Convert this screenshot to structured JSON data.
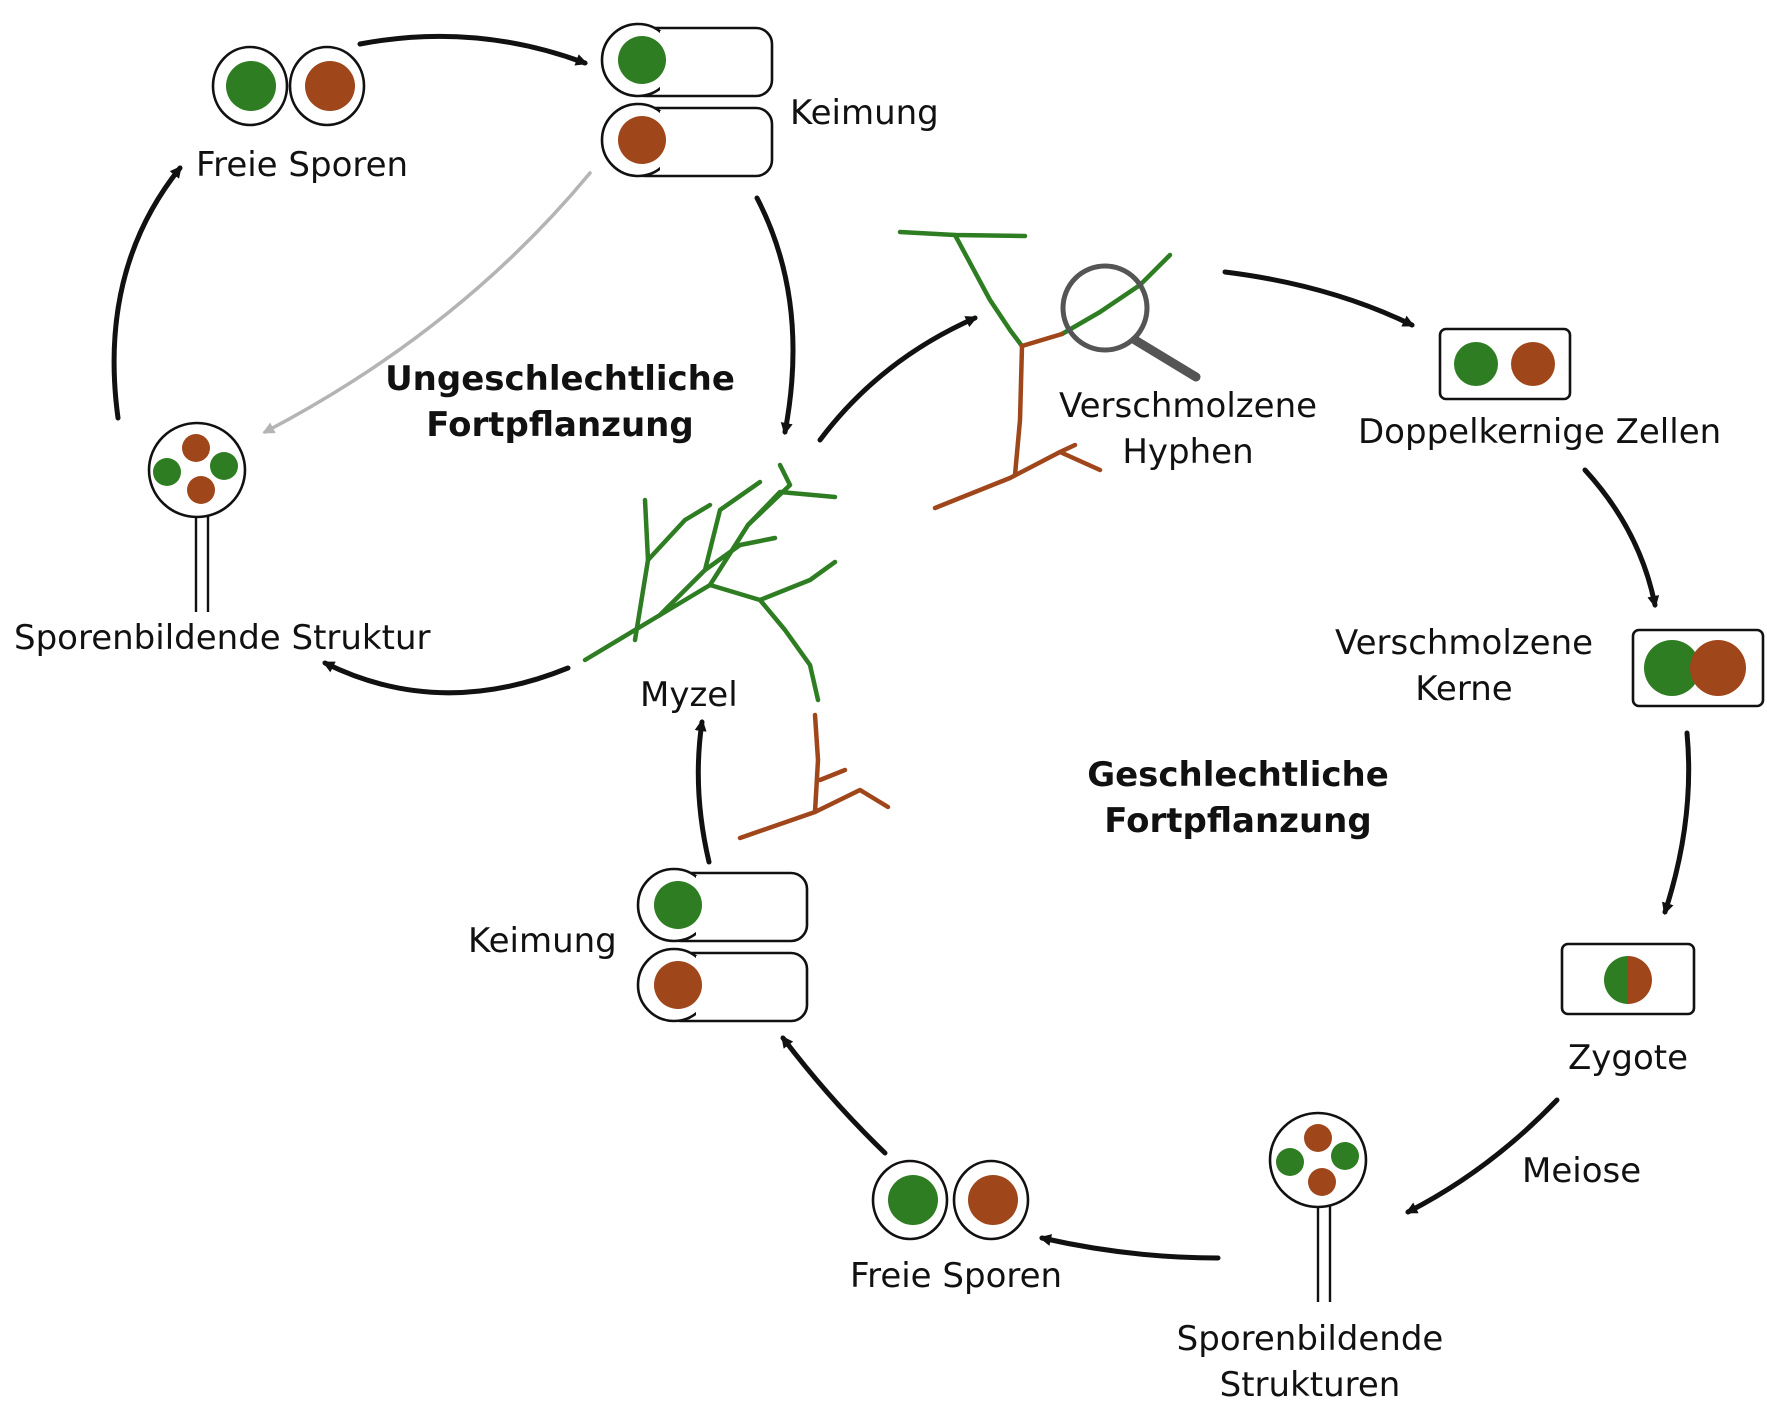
{
  "colors": {
    "green": "#2e7d22",
    "brown": "#a0461b",
    "arrow": "#111111",
    "arrow_light": "#b4b4b4",
    "magnifier": "#555555"
  },
  "cycles": {
    "asexual_title": [
      "Ungeschlechtliche",
      "Fortpflanzung"
    ],
    "sexual_title": [
      "Geschlechtliche",
      "Fortpflanzung"
    ]
  },
  "labels": {
    "free_spores_top": "Freie Sporen",
    "germination_top": "Keimung",
    "sporangium_left": "Sporenbildende Struktur",
    "mycelium": "Myzel",
    "fused_hyphae": [
      "Verschmolzene",
      "Hyphen"
    ],
    "dikaryotic_cells": "Doppelkernige Zellen",
    "fused_nuclei": [
      "Verschmolzene",
      "Kerne"
    ],
    "zygote": "Zygote",
    "meiosis": "Meiose",
    "sporangia_bottom": [
      "Sporenbildende",
      "Strukturen"
    ],
    "free_spores_bottom": "Freie Sporen",
    "germination_bottom": "Keimung"
  },
  "icons": {
    "magnifier": "magnifying-glass-icon",
    "spore": "spore-icon",
    "germinating_cell": "germinating-cell-icon",
    "sporangium": "sporangium-icon",
    "mycelium": "mycelium-icon"
  }
}
